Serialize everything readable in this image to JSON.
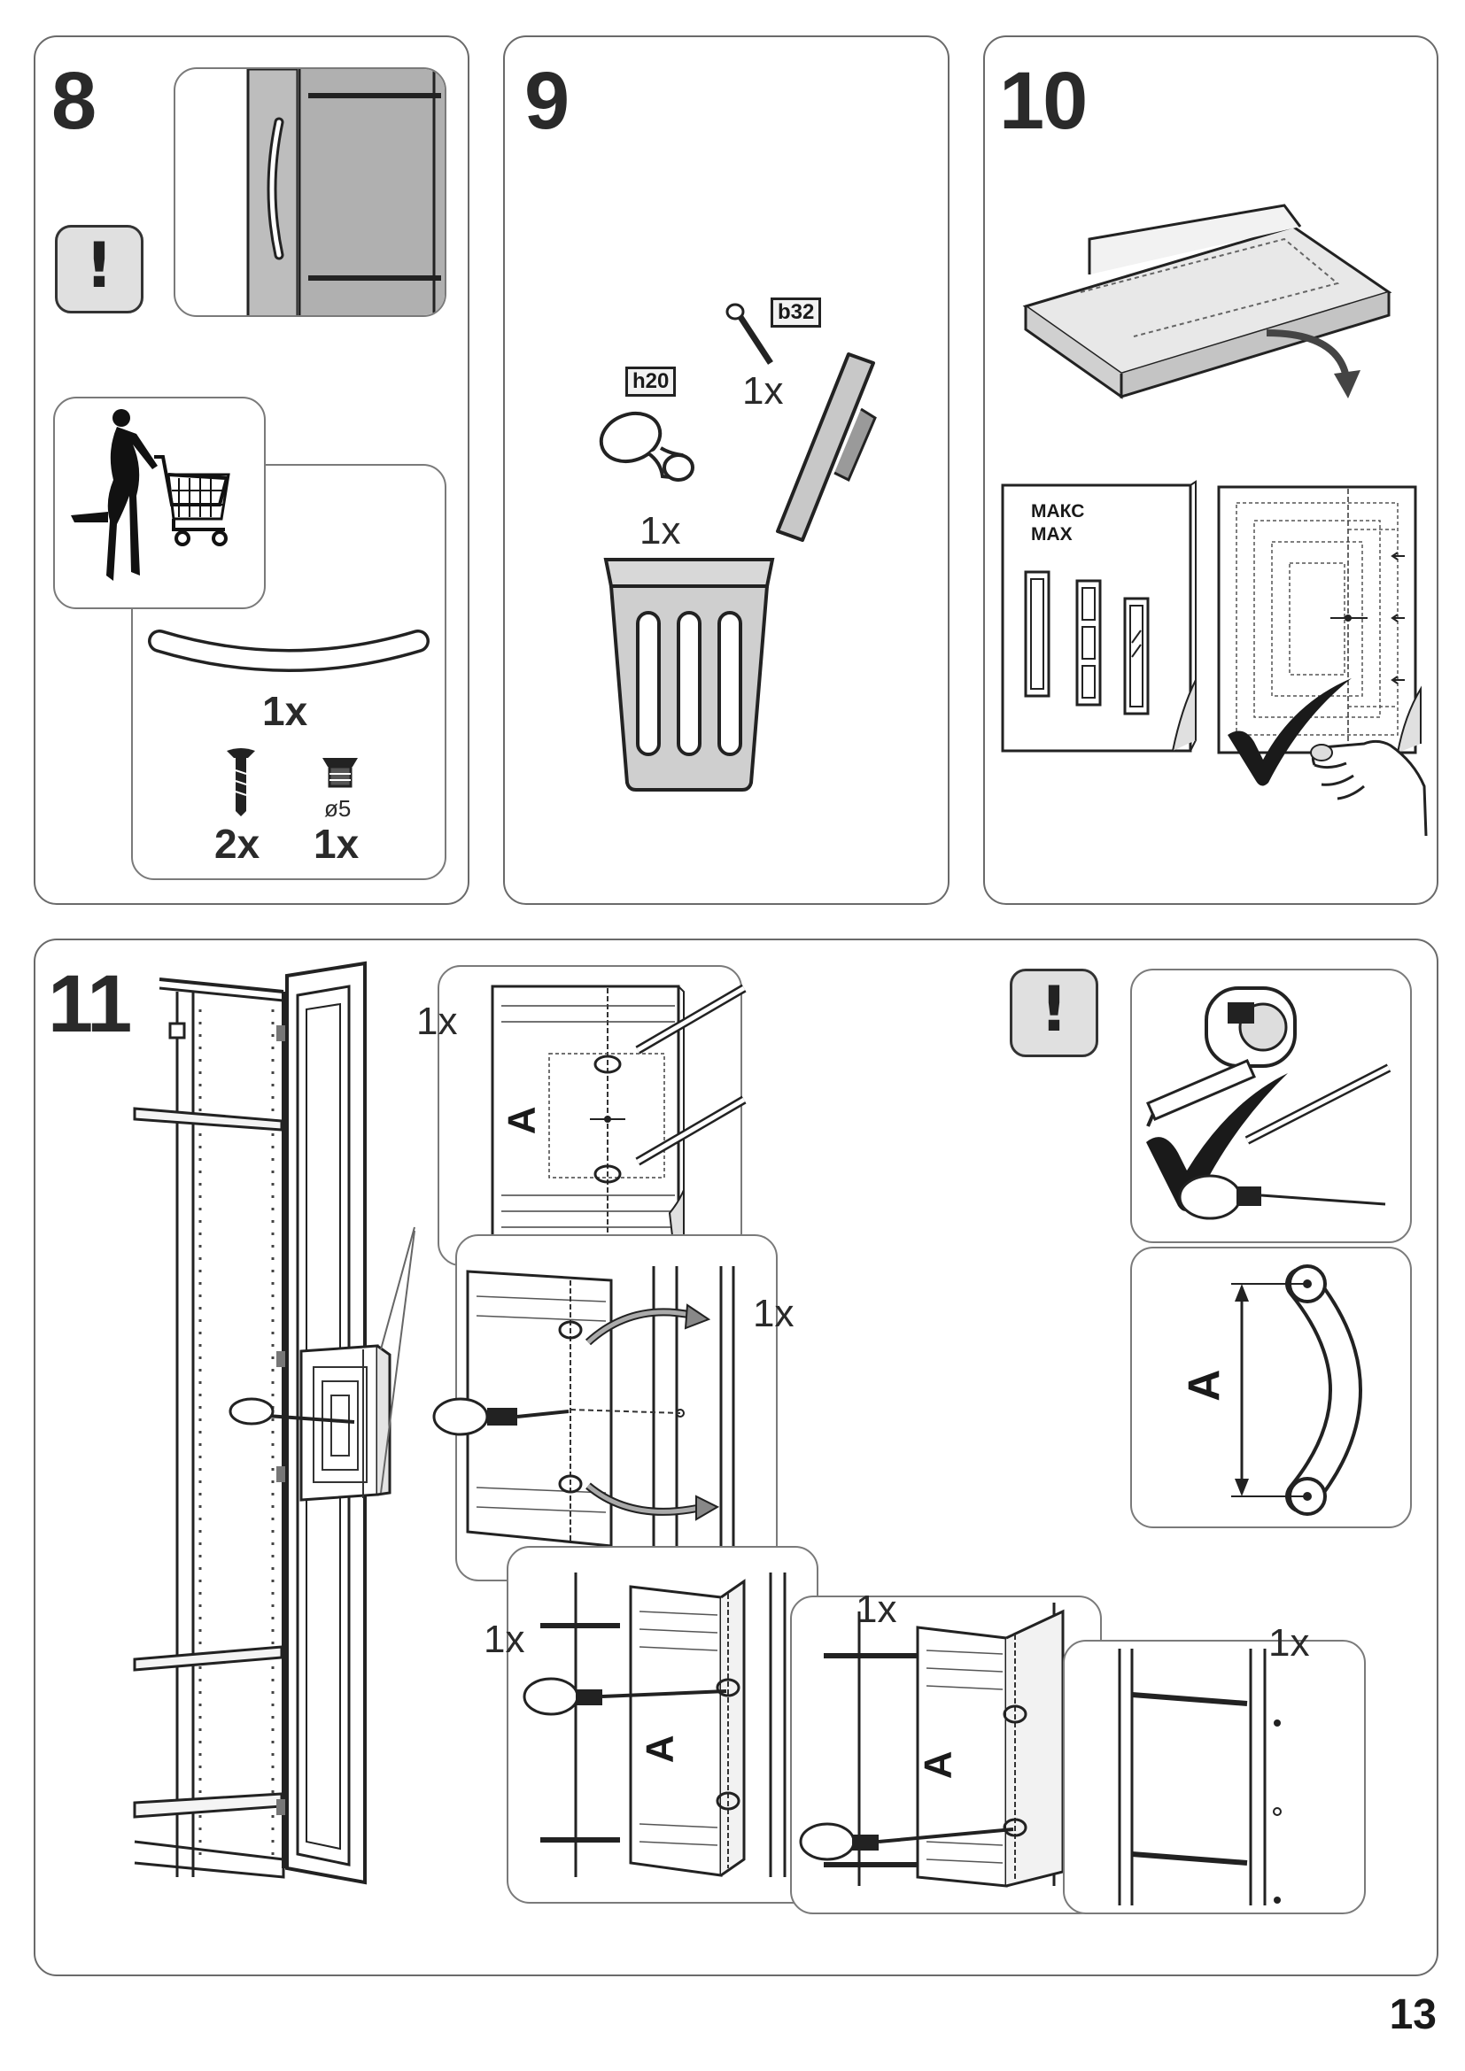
{
  "page_number": "13",
  "step8": {
    "number": "8",
    "warning_symbol": "!",
    "handle_qty": "1x",
    "screw_qty": "2x",
    "nut_qty": "1x",
    "nut_diameter": "ø5"
  },
  "step9": {
    "number": "9",
    "knob_code": "h20",
    "knob_qty": "1x",
    "screw_code": "b32",
    "screw_qty": "1x"
  },
  "step10": {
    "number": "10",
    "booklet_title_line1": "МАКС",
    "booklet_title_line2": "MAX"
  },
  "step11": {
    "number": "11",
    "warning_symbol": "!",
    "template_letter": "A",
    "dimension_label": "A",
    "qty_template_detail": "1x",
    "qty_template_place": "1x",
    "qty_mark_1": "1x",
    "qty_mark_2": "1x",
    "qty_result": "1x"
  },
  "icons": [
    "warning-icon",
    "shopper-cart-icon",
    "trash-bin-icon",
    "tape-measure-icon",
    "pencil-icon",
    "awl-icon",
    "checkmark-icon"
  ]
}
